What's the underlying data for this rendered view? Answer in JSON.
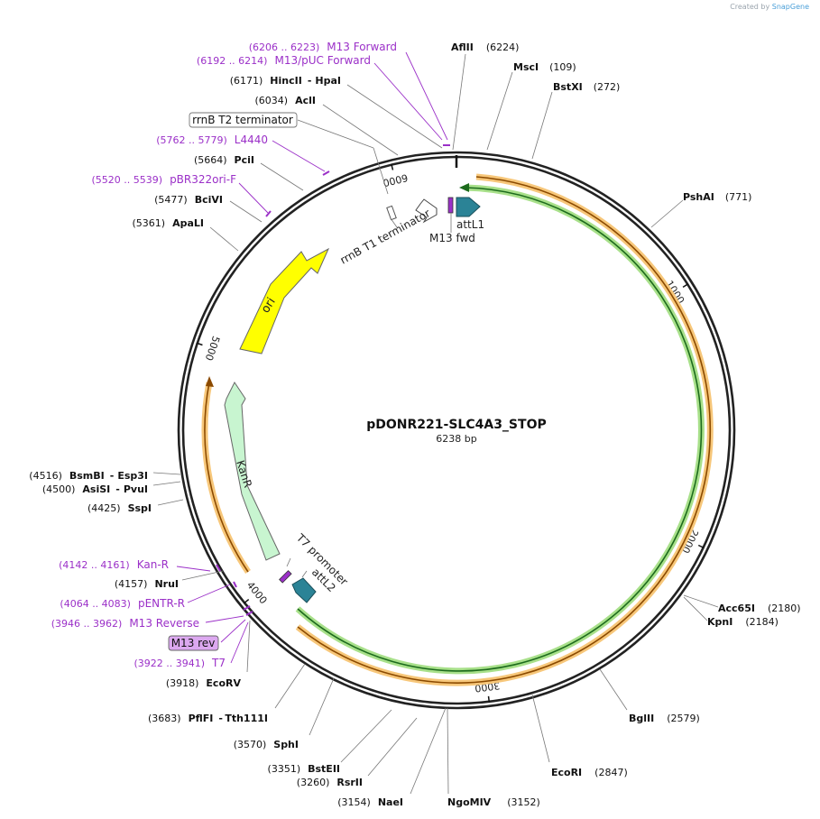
{
  "credit": {
    "prefix": "Created by",
    "brand": "SnapGene"
  },
  "map": {
    "name": "pDONR221-SLC4A3_STOP",
    "length_label": "6238 bp",
    "total_bp": 6238,
    "ticks": [
      {
        "bp": 1000,
        "label": "1000"
      },
      {
        "bp": 2000,
        "label": "2000"
      },
      {
        "bp": 3000,
        "label": "3000"
      },
      {
        "bp": 4000,
        "label": "4000"
      },
      {
        "bp": 5000,
        "label": "5000"
      },
      {
        "bp": 6000,
        "label": "6000"
      }
    ],
    "colors": {
      "backbone": "#222222",
      "primer": "#9b30c8",
      "orf_fill": "#f7c77a",
      "orf_stroke": "#8b4a00",
      "insert_fill": "#a8e08a",
      "insert_stroke": "#1d6b1d",
      "ori": "#ffff00",
      "kanr": "#c8f5d0",
      "att": "#2b8396"
    },
    "sites": [
      {
        "name": "AflII",
        "pos": "(6224)",
        "pair": ""
      },
      {
        "name": "MscI",
        "pos": "(109)",
        "pair": ""
      },
      {
        "name": "BstXI",
        "pos": "(272)",
        "pair": ""
      },
      {
        "name": "PshAI",
        "pos": "(771)",
        "pair": ""
      },
      {
        "name": "Acc65I",
        "pos": "(2180)",
        "pair": ""
      },
      {
        "name": "KpnI",
        "pos": "(2184)",
        "pair": ""
      },
      {
        "name": "BglII",
        "pos": "(2579)",
        "pair": ""
      },
      {
        "name": "EcoRI",
        "pos": "(2847)",
        "pair": ""
      },
      {
        "name": "NgoMIV",
        "pos": "(3152)",
        "pair": ""
      },
      {
        "name": "NaeI",
        "pos": "(3154)",
        "pair": ""
      },
      {
        "name": "RsrII",
        "pos": "(3260)",
        "pair": ""
      },
      {
        "name": "BstEII",
        "pos": "(3351)",
        "pair": ""
      },
      {
        "name": "SphI",
        "pos": "(3570)",
        "pair": ""
      },
      {
        "name": "PflFI",
        "pos": "(3683)",
        "pair": "Tth111I"
      },
      {
        "name": "EcoRV",
        "pos": "(3918)",
        "pair": ""
      },
      {
        "name": "NruI",
        "pos": "(4157)",
        "pair": ""
      },
      {
        "name": "SspI",
        "pos": "(4425)",
        "pair": ""
      },
      {
        "name": "AsiSI",
        "pos": "(4500)",
        "pair": "PvuI"
      },
      {
        "name": "BsmBI",
        "pos": "(4516)",
        "pair": "Esp3I"
      },
      {
        "name": "ApaLI",
        "pos": "(5361)",
        "pair": ""
      },
      {
        "name": "BciVI",
        "pos": "(5477)",
        "pair": ""
      },
      {
        "name": "PciI",
        "pos": "(5664)",
        "pair": ""
      },
      {
        "name": "AclI",
        "pos": "(6034)",
        "pair": ""
      },
      {
        "name": "HincII",
        "pos": "(6171)",
        "pair": "HpaI"
      }
    ],
    "primers": [
      {
        "range": "(6206 .. 6223)",
        "name": "M13 Forward"
      },
      {
        "range": "(6192 .. 6214)",
        "name": "M13/pUC Forward"
      },
      {
        "range": "(5762 .. 5779)",
        "name": "L4440"
      },
      {
        "range": "(5520 .. 5539)",
        "name": "pBR322ori-F"
      },
      {
        "range": "(4142 .. 4161)",
        "name": "Kan-R"
      },
      {
        "range": "(4064 .. 4083)",
        "name": "pENTR-R"
      },
      {
        "range": "(3946 .. 3962)",
        "name": "M13 Reverse"
      },
      {
        "range": "(3922 .. 3941)",
        "name": "T7"
      }
    ],
    "boxed_labels": {
      "rrnb_t2": "rrnB T2 terminator",
      "m13_rev": "M13 rev"
    },
    "features": {
      "ori": "ori",
      "kanr": "KanR",
      "rrnb_t1": "rrnB T1 terminator",
      "attl1": "attL1",
      "m13_fwd": "M13 fwd",
      "t7_promoter": "T7 promoter",
      "attl2": "attL2"
    }
  }
}
